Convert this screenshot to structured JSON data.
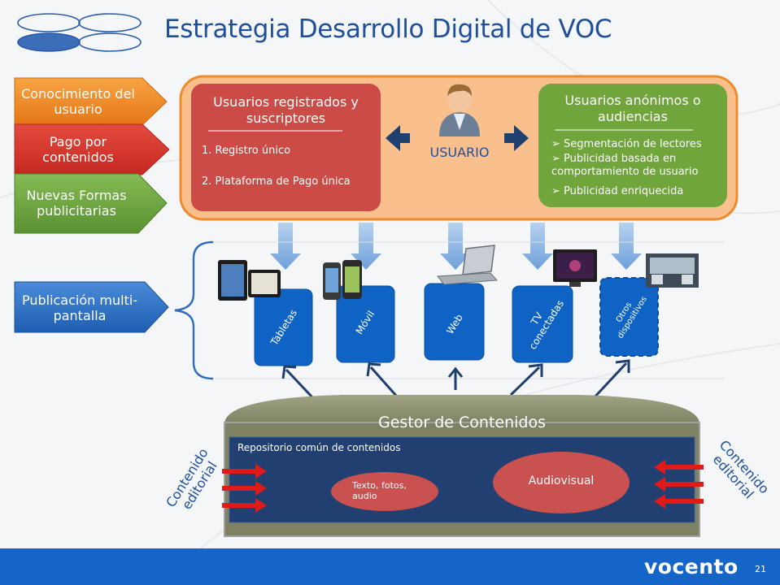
{
  "title": "Estrategia Desarrollo Digital de VOC",
  "left_tags": [
    {
      "label": "Conocimiento del usuario",
      "color": "#f08a24"
    },
    {
      "label": "Pago por contenidos",
      "color": "#d9342b"
    },
    {
      "label": "Nuevas Formas publicitarias",
      "color": "#6aa43c"
    },
    {
      "label": "Publicación multi-pantalla",
      "color": "#2a6fc4"
    }
  ],
  "registered": {
    "title": "Usuarios registrados y suscriptores",
    "items": [
      "1.  Registro único",
      "2.  Plataforma de Pago única"
    ]
  },
  "user_label": "USUARIO",
  "anonymous": {
    "title": "Usuarios  anónimos o audiencias",
    "items": [
      "➢ Segmentación de lectores",
      "➢ Publicidad basada en comportamiento de usuario",
      "➢ Publicidad enriquecida"
    ]
  },
  "devices": [
    "Tabletas",
    "Móvil",
    "Web",
    "TV conectadas",
    "Otros dispositivos"
  ],
  "gestor": {
    "title": "Gestor de Contenidos",
    "repo_label": "Repositorio común de contenidos",
    "text_bubble": "Texto, fotos, audio",
    "av_bubble": "Audiovisual"
  },
  "contenido_left": "Contenido editorial",
  "contenido_right": "Contenido editorial",
  "footer": {
    "brand": "vocento",
    "page": "21",
    "color": "#1565c8"
  }
}
